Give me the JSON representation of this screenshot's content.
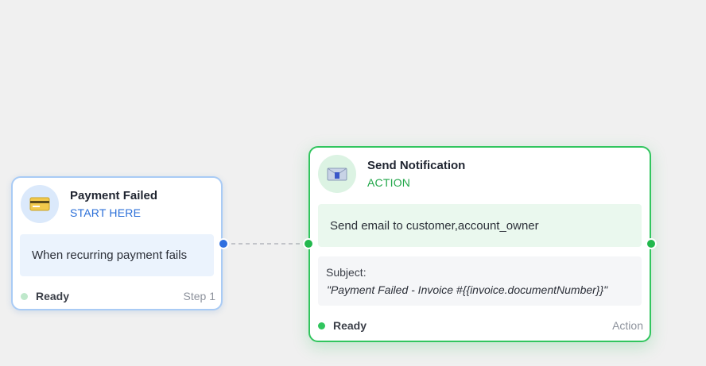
{
  "canvas": {
    "nodes": {
      "trigger": {
        "title": "Payment Failed",
        "kind": "START HERE",
        "icon": "credit-card-icon",
        "description": "When recurring payment fails",
        "status": "Ready",
        "step": "Step 1",
        "accent_color": "#2b6fd8",
        "border_color": "#a9cbf5"
      },
      "action": {
        "title": "Send Notification",
        "kind": "ACTION",
        "icon": "envelope-icon",
        "description": "Send email to customer,account_owner",
        "subject_label": "Subject:",
        "subject_value": "\"Payment Failed - Invoice #{{invoice.documentNumber}}\"",
        "status": "Ready",
        "type_label": "Action",
        "accent_color": "#22a74a",
        "border_color": "#31c55e"
      }
    },
    "edge": {
      "from": "trigger",
      "to": "action",
      "style": "dashed"
    }
  }
}
